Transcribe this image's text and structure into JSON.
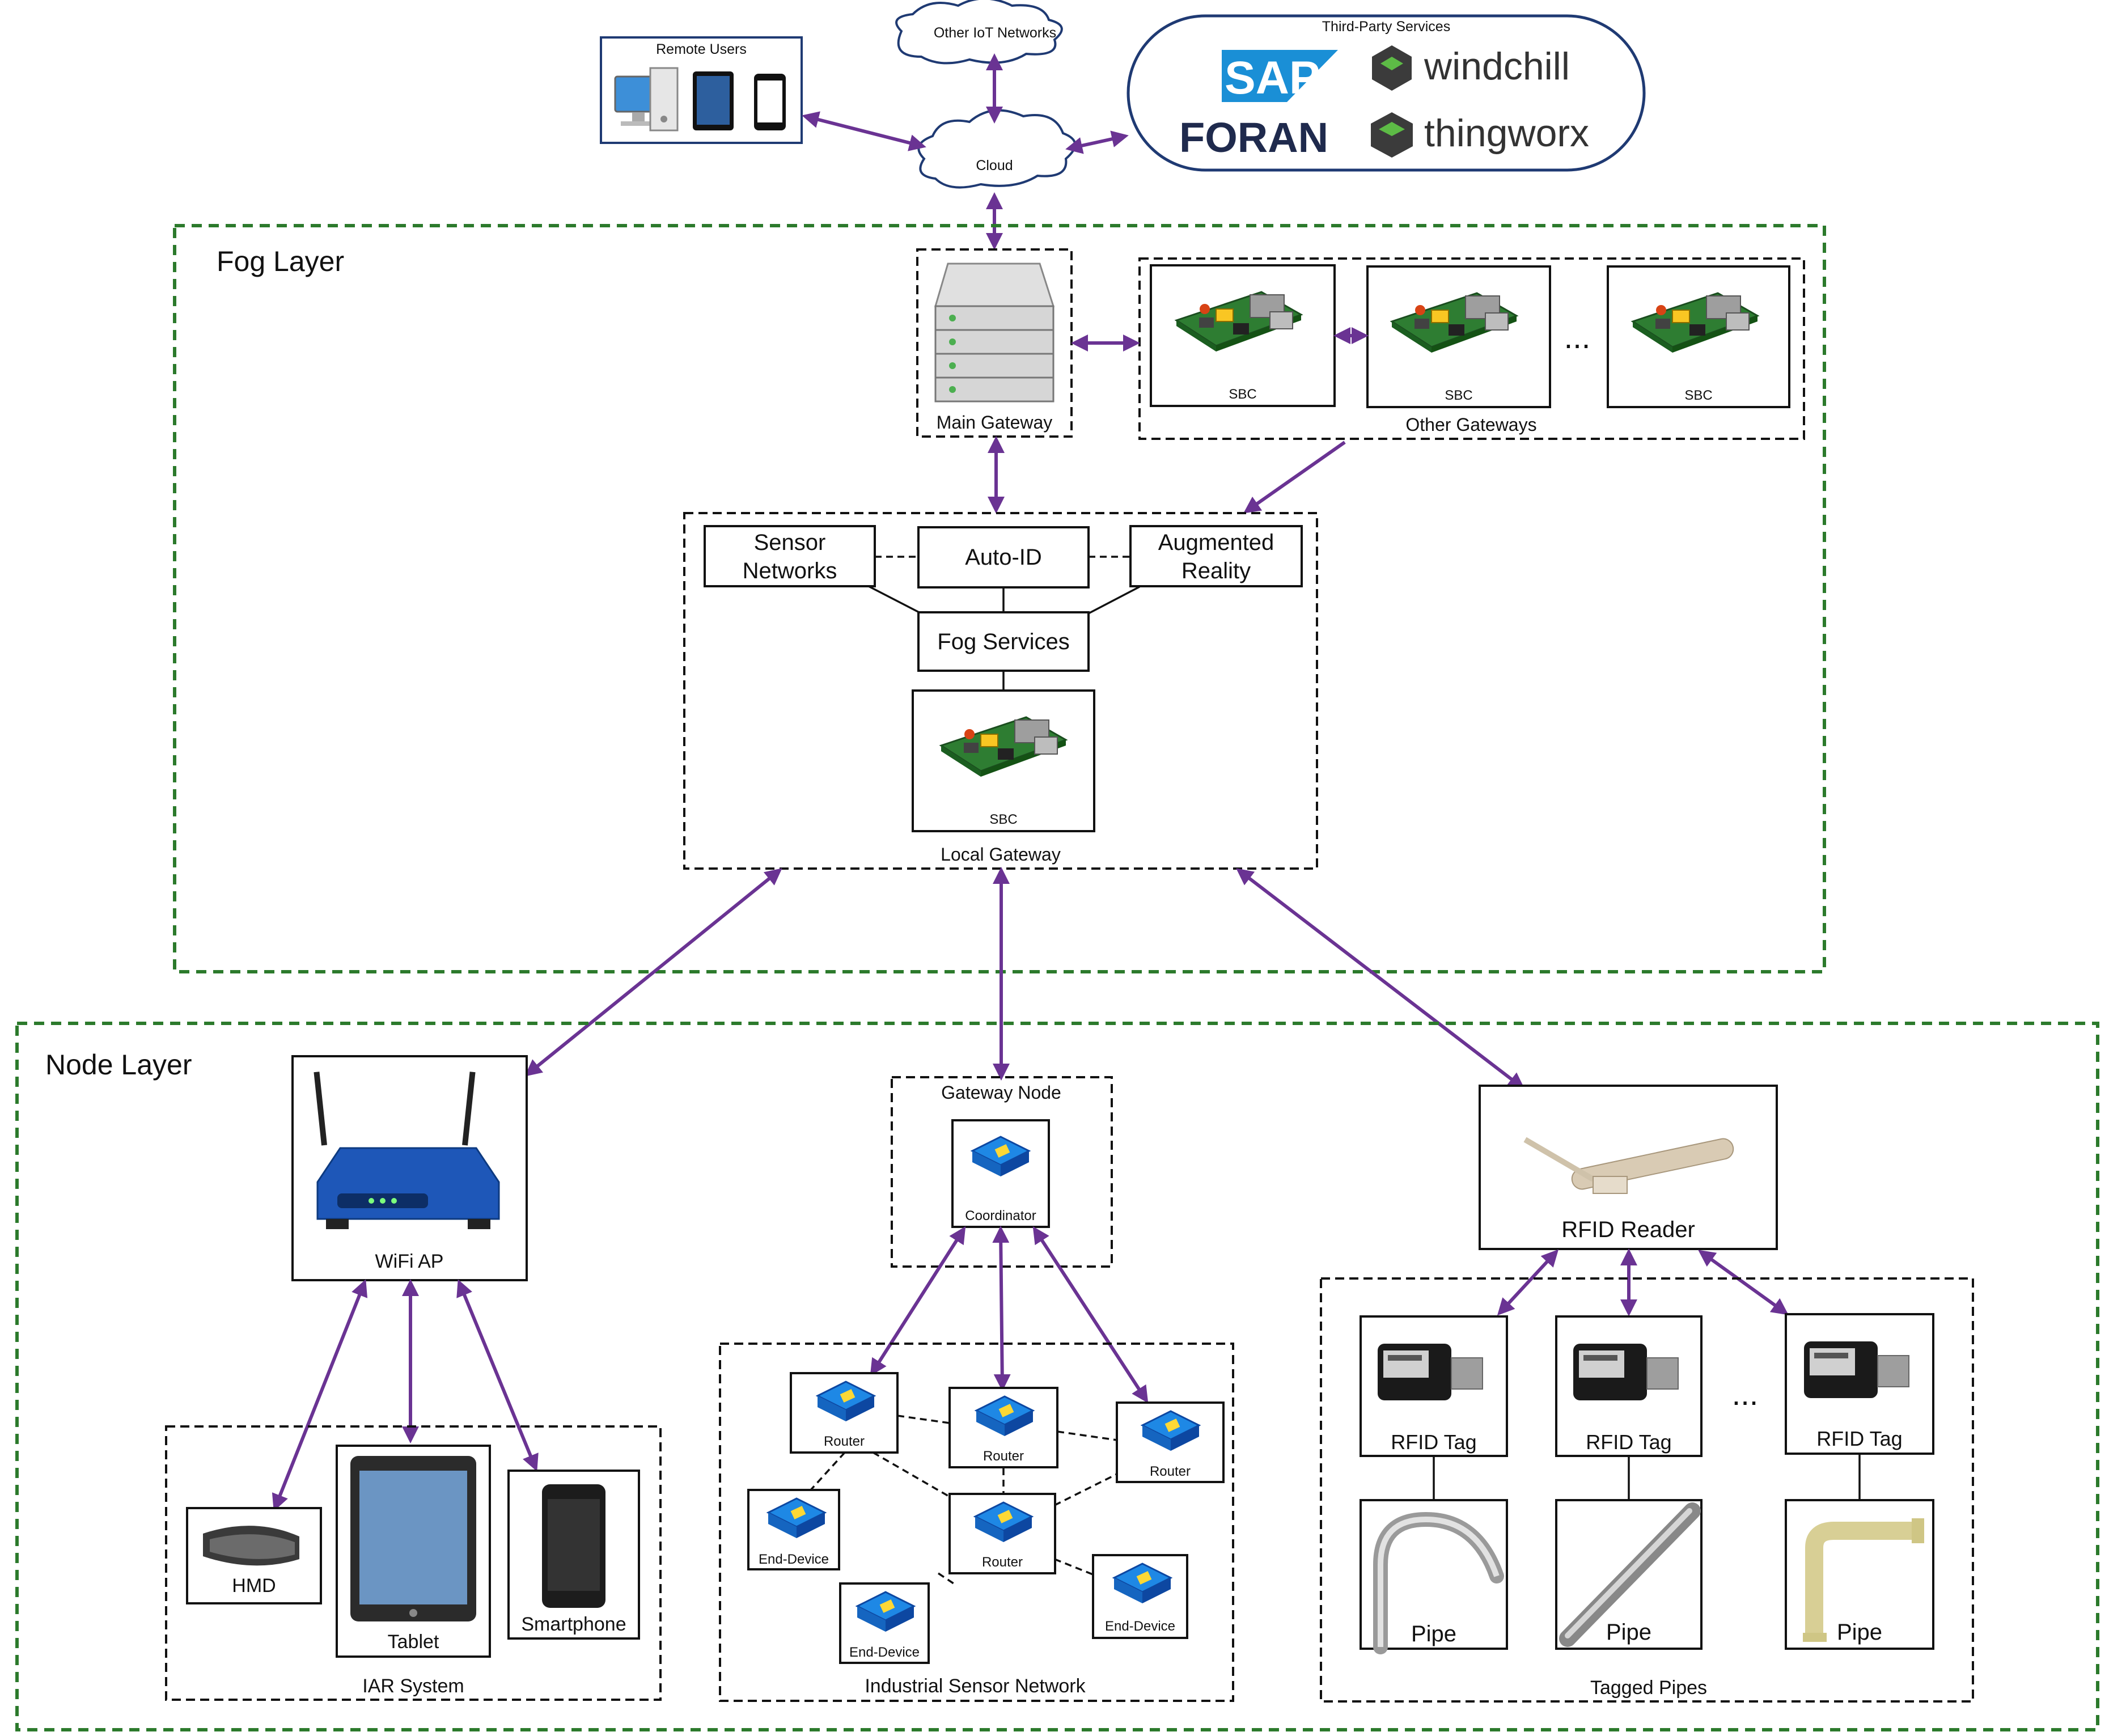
{
  "top": {
    "remote_users": "Remote Users",
    "other_iot": "Other IoT Networks",
    "cloud": "Cloud",
    "third_party": "Third-Party Services",
    "logos": {
      "sap": "SAP",
      "windchill": "windchill",
      "foran": "FORAN",
      "thingworx": "thingworx"
    }
  },
  "fog": {
    "title": "Fog Layer",
    "main_gateway": "Main Gateway",
    "other_gateways": "Other Gateways",
    "sbc": "SBC",
    "ellipsis": "...",
    "sensor_networks": [
      "Sensor",
      "Networks"
    ],
    "auto_id": "Auto-ID",
    "augmented_reality": [
      "Augmented",
      "Reality"
    ],
    "fog_services": "Fog Services",
    "local_gateway": "Local Gateway"
  },
  "node": {
    "title": "Node Layer",
    "wifi_ap": "WiFi AP",
    "iar": {
      "hmd": "HMD",
      "tablet": "Tablet",
      "smartphone": "Smartphone",
      "label": "IAR System"
    },
    "gateway_node": "Gateway Node",
    "coordinator": "Coordinator",
    "isn": {
      "router": "Router",
      "end_device": "End-Device",
      "label": "Industrial Sensor Network"
    },
    "rfid_reader": "RFID Reader",
    "rfid_tag": "RFID Tag",
    "pipe": "Pipe",
    "tagged_pipes": "Tagged Pipes",
    "ellipsis": "..."
  },
  "colors": {
    "arrow": "#6a3393",
    "layer_border": "#2c7a2c",
    "cloud_border": "#1f3a73",
    "sap_blue": "#1a8fd6",
    "foran_navy": "#1f2a4d"
  }
}
